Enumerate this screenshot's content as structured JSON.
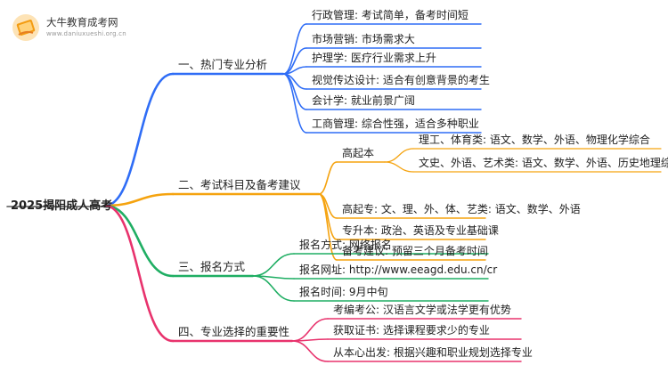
{
  "logo": {
    "title": "大牛教育成考网",
    "subtitle": "www.daniuxueshi.org.cn"
  },
  "root": "2025揭阳成人高考",
  "colors": {
    "b1": "#2f6df6",
    "b2": "#f5a30f",
    "b3": "#1fae63",
    "b4": "#e8336d"
  },
  "branches": [
    {
      "label": "一、热门专业分析",
      "items": [
        "行政管理: 考试简单，备考时间短",
        "市场营销: 市场需求大",
        "护理学: 医疗行业需求上升",
        "视觉传达设计: 适合有创意背景的考生",
        "会计学: 就业前景广阔",
        "工商管理: 综合性强，适合多种职业"
      ]
    },
    {
      "label": "二、考试科目及备考建议",
      "items": [
        "高起本",
        "高起专: 文、理、外、体、艺类: 语文、数学、外语",
        "专升本: 政治、英语及专业基础课",
        "备考建议: 预留三个月备考时间"
      ],
      "sub": [
        "理工、体育类: 语文、数学、外语、物理化学综合",
        "文史、外语、艺术类: 语文、数学、外语、历史地理综合"
      ]
    },
    {
      "label": "三、报名方式",
      "items": [
        "报名方式: 网络报名",
        "报名网址: http://www.eeagd.edu.cn/cr",
        "报名时间: 9月中旬"
      ]
    },
    {
      "label": "四、专业选择的重要性",
      "items": [
        "考编考公: 汉语言文学或法学更有优势",
        "获取证书: 选择课程要求少的专业",
        "从本心出发: 根据兴趣和职业规划选择专业"
      ]
    }
  ]
}
